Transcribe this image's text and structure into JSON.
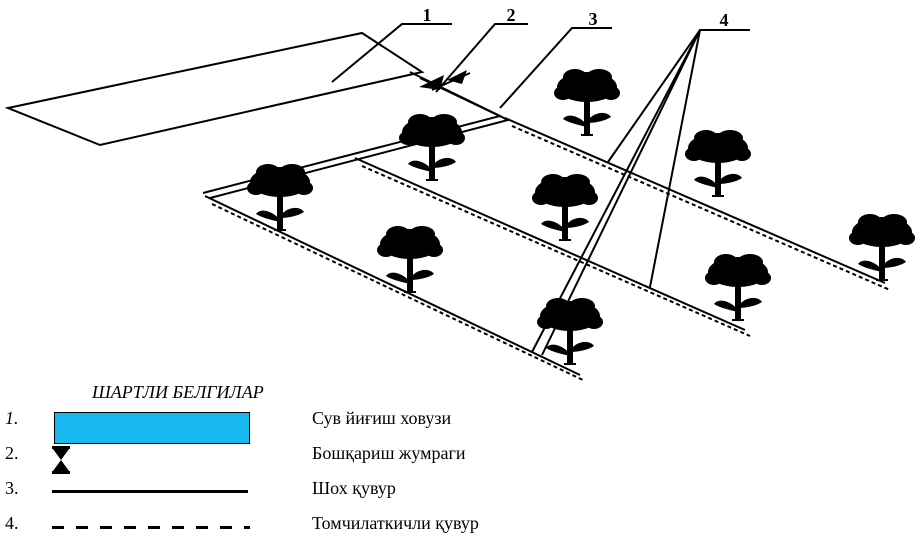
{
  "callouts": [
    {
      "id": "1",
      "label": "1"
    },
    {
      "id": "2",
      "label": "2"
    },
    {
      "id": "3",
      "label": "3"
    },
    {
      "id": "4",
      "label": "4"
    }
  ],
  "legend": {
    "title": "ШАРТЛИ БЕЛГИЛАР",
    "items": [
      {
        "number": "1.",
        "text": "Сув йиғиш ховузи",
        "symbol": "filled-rectangle"
      },
      {
        "number": "2.",
        "text": "Бошқариш жумраги",
        "symbol": "valve"
      },
      {
        "number": "3.",
        "text": "Шох қувур",
        "symbol": "solid-line"
      },
      {
        "number": "4.",
        "text": "Томчилаткичли қувур",
        "symbol": "dashed-line"
      }
    ]
  },
  "colors": {
    "pond_fill": "#1ab8f0",
    "ink": "#000000"
  }
}
